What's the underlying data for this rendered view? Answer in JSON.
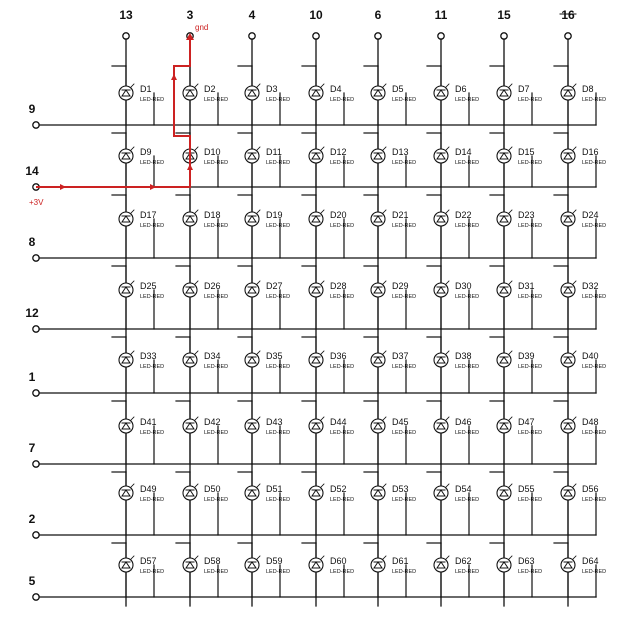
{
  "columns": [
    "13",
    "3",
    "4",
    "10",
    "6",
    "11",
    "15",
    "16"
  ],
  "rows": [
    "9",
    "14",
    "8",
    "12",
    "1",
    "7",
    "2",
    "5"
  ],
  "diode_type": "LED-RED",
  "diode_prefix": "D",
  "annotations": {
    "gnd": "gnd",
    "supply": "+3V"
  },
  "colors": {
    "wire": "#111111",
    "highlight": "#cc2222",
    "background": "#ffffff"
  }
}
